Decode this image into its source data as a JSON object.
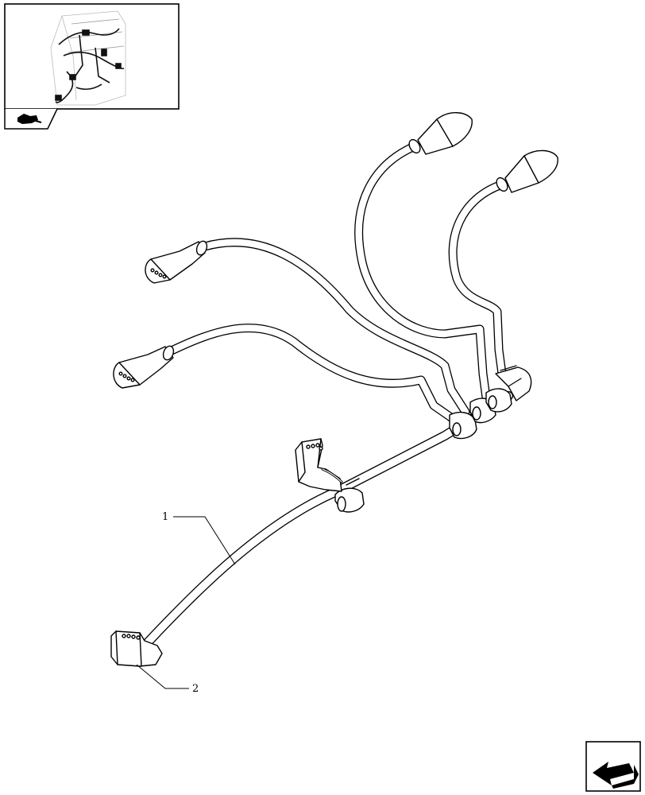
{
  "callouts": [
    {
      "id": "1",
      "label": "1"
    },
    {
      "id": "2",
      "label": "2"
    }
  ],
  "icons": {
    "thumbnail": "harness-location-thumbnail-icon",
    "thumbnail_tab": "tractor-cab-icon",
    "nav": "previous-page-arrow-icon"
  },
  "colors": {
    "line": "#000000",
    "background": "#ffffff"
  }
}
